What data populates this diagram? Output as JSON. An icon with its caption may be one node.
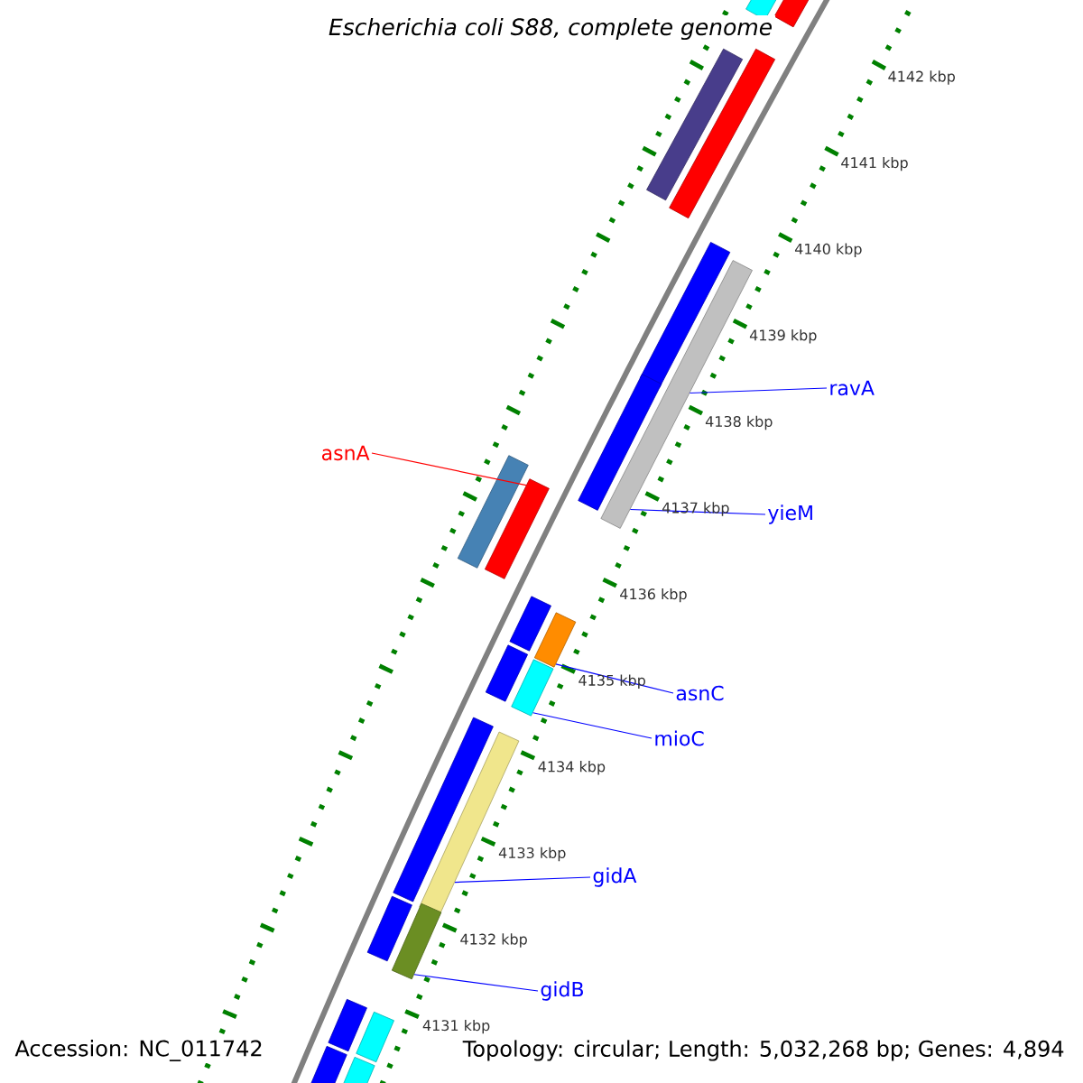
{
  "diagram": {
    "title": "Escherichia coli S88, complete genome",
    "nodes": [
      {
        "text": [],
        "shape": "bar"
      },
      {
        "text": [],
        "shape": "bar"
      },
      {
        "text": [],
        "shape": "bar"
      },
      {
        "text": [],
        "shape": "bar"
      },
      {
        "text": [],
        "shape": "bar"
      },
      {
        "text": [],
        "shape": "bar"
      },
      {
        "text": [],
        "shape": "bar"
      },
      {
        "text": [
          "ravA"
        ]
      },
      {
        "text": [
          "asnA"
        ]
      },
      {
        "text": [],
        "shape": "bar"
      },
      {
        "text": [],
        "shape": "bar"
      },
      {
        "text": [
          "yieM"
        ]
      },
      {
        "text": [],
        "shape": "bar"
      },
      {
        "text": [],
        "shape": "bar"
      },
      {
        "text": [],
        "shape": "bar"
      },
      {
        "text": [],
        "shape": "bar"
      },
      {
        "text": [
          "asnC"
        ]
      },
      {
        "text": [],
        "shape": "bar"
      },
      {
        "text": [],
        "shape": "bar"
      },
      {
        "text": [
          "mioC"
        ]
      },
      {
        "text": [
          "gidA"
        ]
      },
      {
        "text": [],
        "shape": "bar"
      },
      {
        "text": [],
        "shape": "bar"
      },
      {
        "text": [
          "gidB"
        ]
      },
      {
        "text": [],
        "shape": "bar"
      },
      {
        "text": [],
        "shape": "bar"
      },
      {
        "text": [],
        "shape": "bar"
      },
      {
        "text": [],
        "shape": "bar"
      }
    ],
    "edges": [
      {
        "from": 7,
        "to": 5,
        "arrow": "none"
      },
      {
        "from": 8,
        "to": 10,
        "arrow": "none",
        "color": "#ff0000"
      },
      {
        "from": 11,
        "to": 5,
        "arrow": "none"
      },
      {
        "from": 16,
        "to": 13,
        "arrow": "none"
      },
      {
        "from": 19,
        "to": 15,
        "arrow": "none"
      },
      {
        "from": 20,
        "to": 18,
        "arrow": "none"
      },
      {
        "from": 23,
        "to": 22,
        "arrow": "none"
      }
    ],
    "labels": [
      "4142 kbp",
      "4141 kbp",
      "4140 kbp",
      "4139 kbp",
      "4138 kbp",
      "4137 kbp",
      "4136 kbp",
      "4135 kbp",
      "4134 kbp",
      "4133 kbp",
      "4132 kbp",
      "4131 kbp",
      "Accession: NC_011742",
      "Topology: circular; Length: 5,032,268 bp; Genes: 4,894"
    ]
  }
}
